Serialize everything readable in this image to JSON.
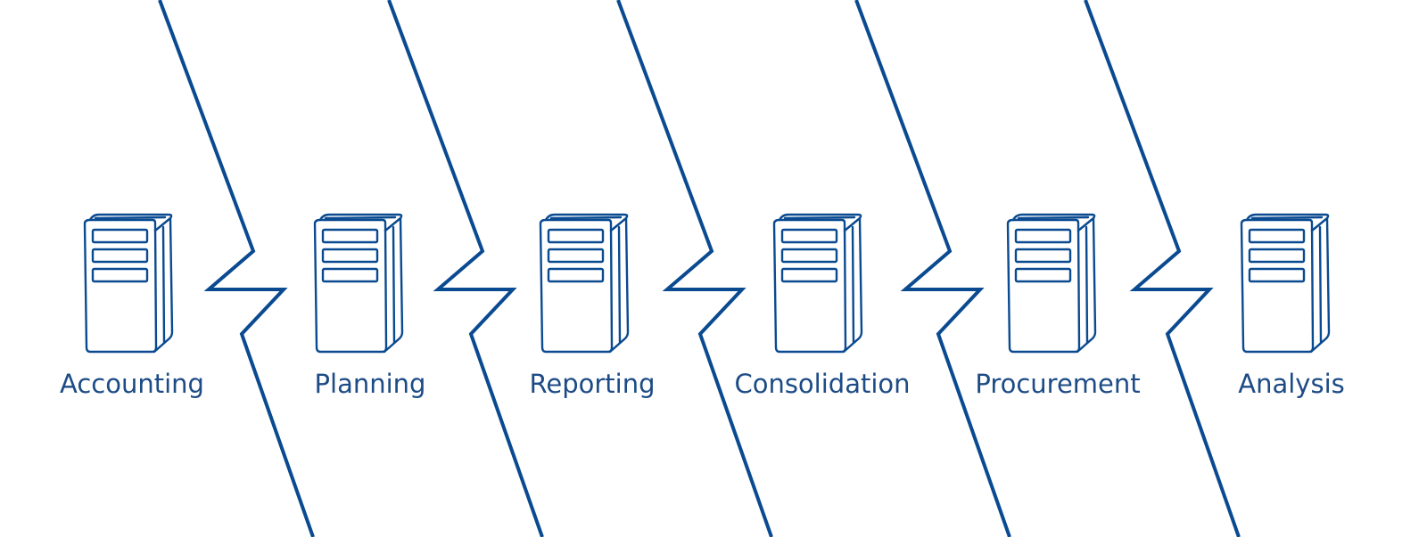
{
  "diagram": {
    "line_color": "#0a4a90",
    "text_color": "#1c4b86",
    "systems": [
      {
        "label": "Accounting",
        "icon": "server-icon"
      },
      {
        "label": "Planning",
        "icon": "server-icon"
      },
      {
        "label": "Reporting",
        "icon": "server-icon"
      },
      {
        "label": "Consolidation",
        "icon": "server-icon"
      },
      {
        "label": "Procurement",
        "icon": "server-icon"
      },
      {
        "label": "Analysis",
        "icon": "server-icon"
      }
    ],
    "divider_count": 5
  }
}
